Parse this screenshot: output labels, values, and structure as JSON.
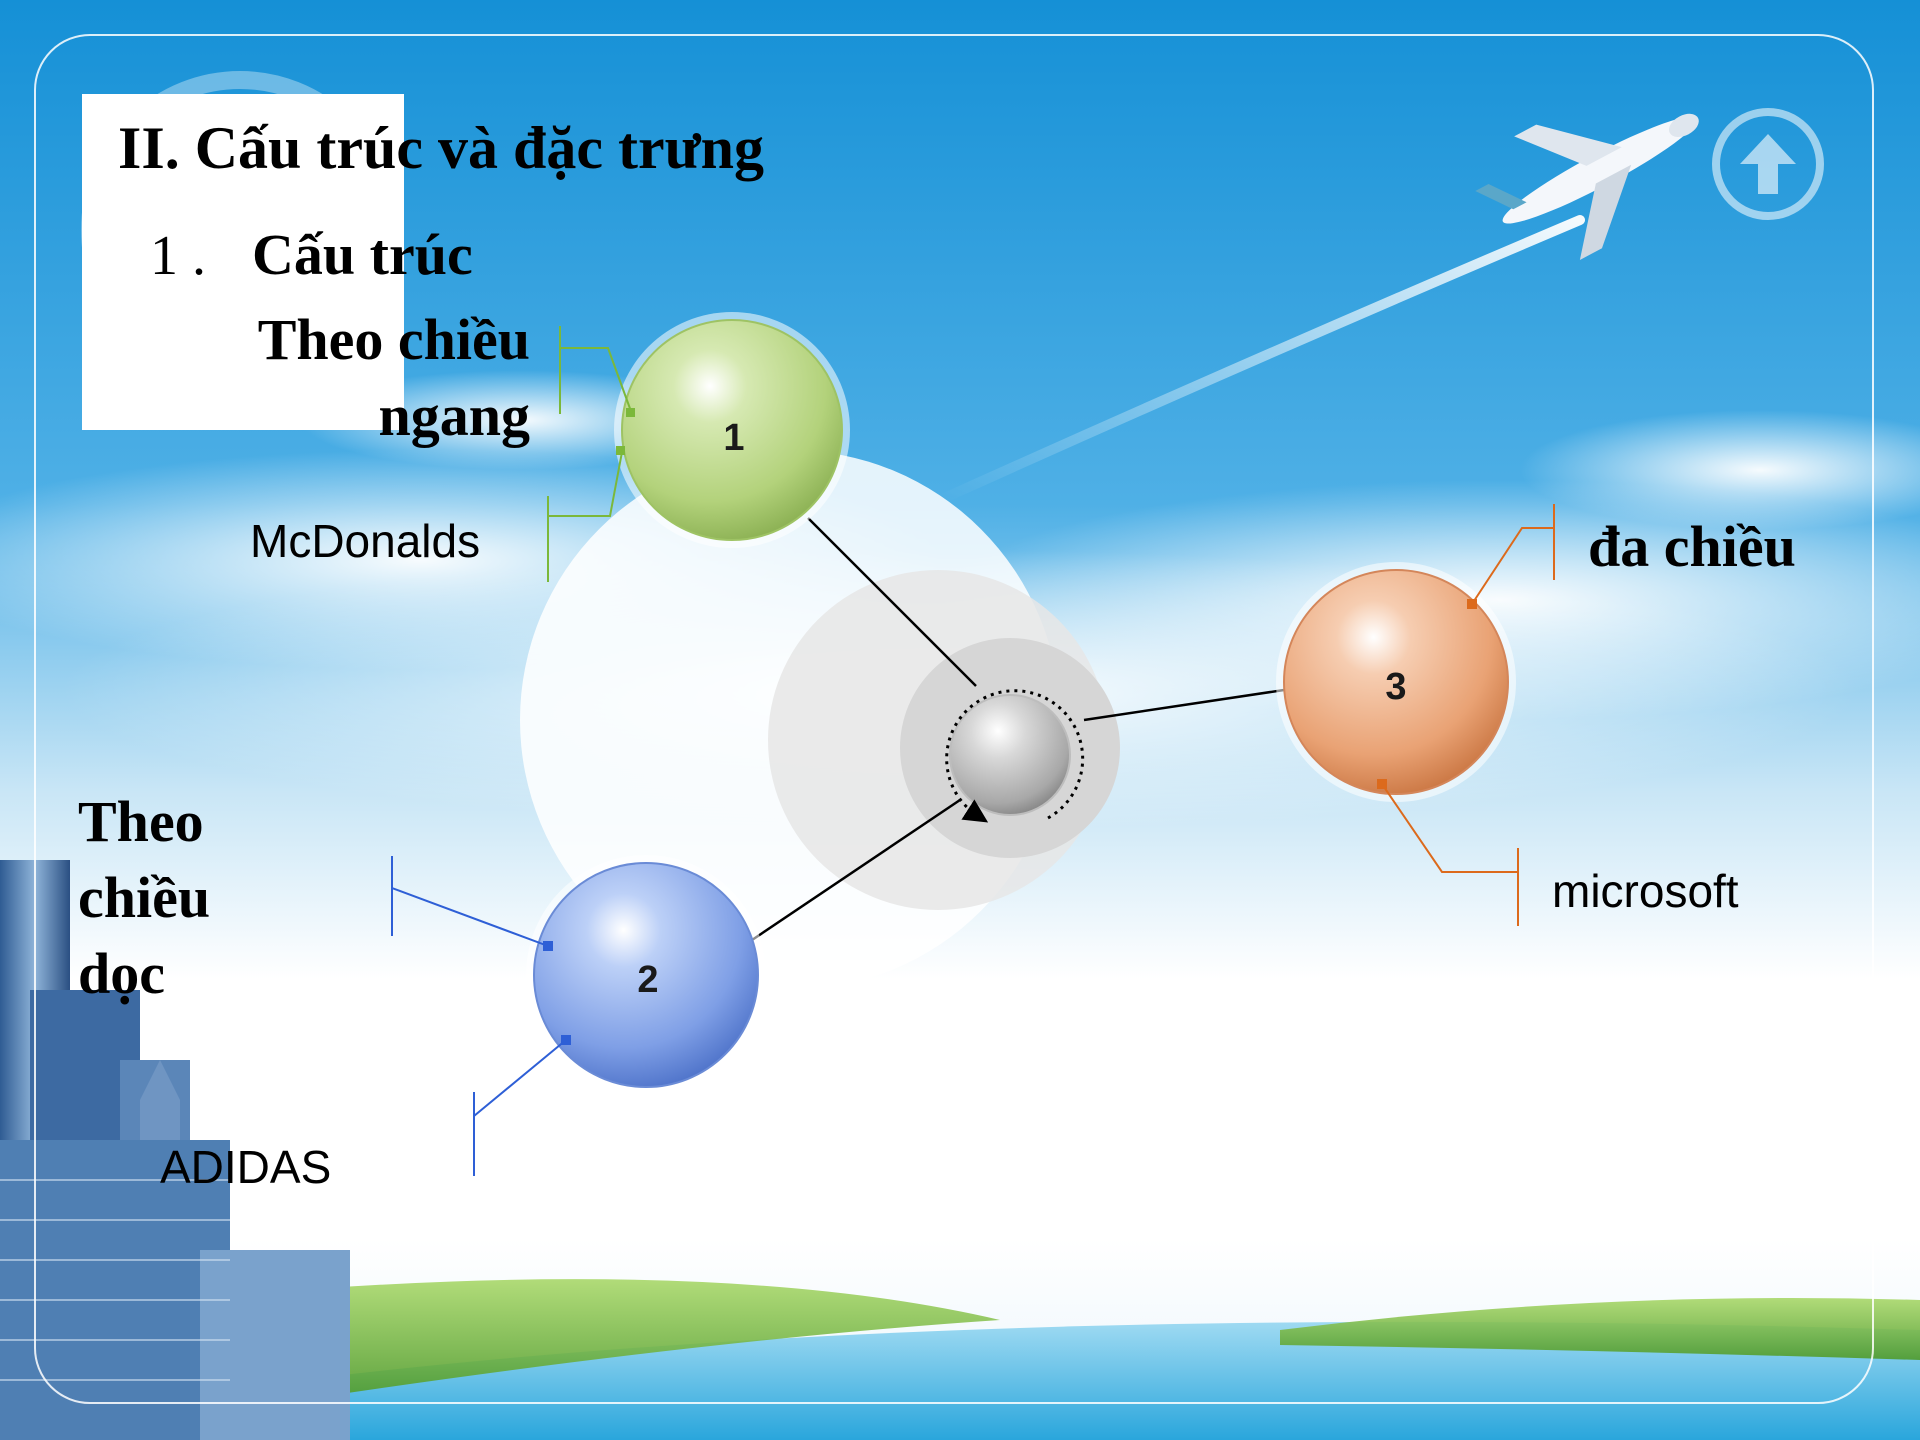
{
  "title": "II. Cấu trúc và đặc trưng",
  "subtitle": {
    "number": "1 .",
    "text": "Cấu trúc"
  },
  "categories": {
    "horizontal": "Theo chiều ngang",
    "vertical": "Theo chiều dọc",
    "multi": "đa chiều"
  },
  "nodes": [
    {
      "label": "1",
      "color": "#b3d27b",
      "example": "McDonalds"
    },
    {
      "label": "2",
      "color": "#7f9fe6",
      "example": "ADIDAS"
    },
    {
      "label": "3",
      "color": "#e9a274",
      "example": "microsoft"
    }
  ],
  "colors": {
    "sky": "#2596d8",
    "horizon": "#ffffff",
    "connector_green": "#7bb83a",
    "connector_blue": "#2e5fd6",
    "connector_orange": "#dc6a1c"
  },
  "icons": {
    "up_button": "up-arrow-circle-icon",
    "airplane": "airplane-icon"
  }
}
